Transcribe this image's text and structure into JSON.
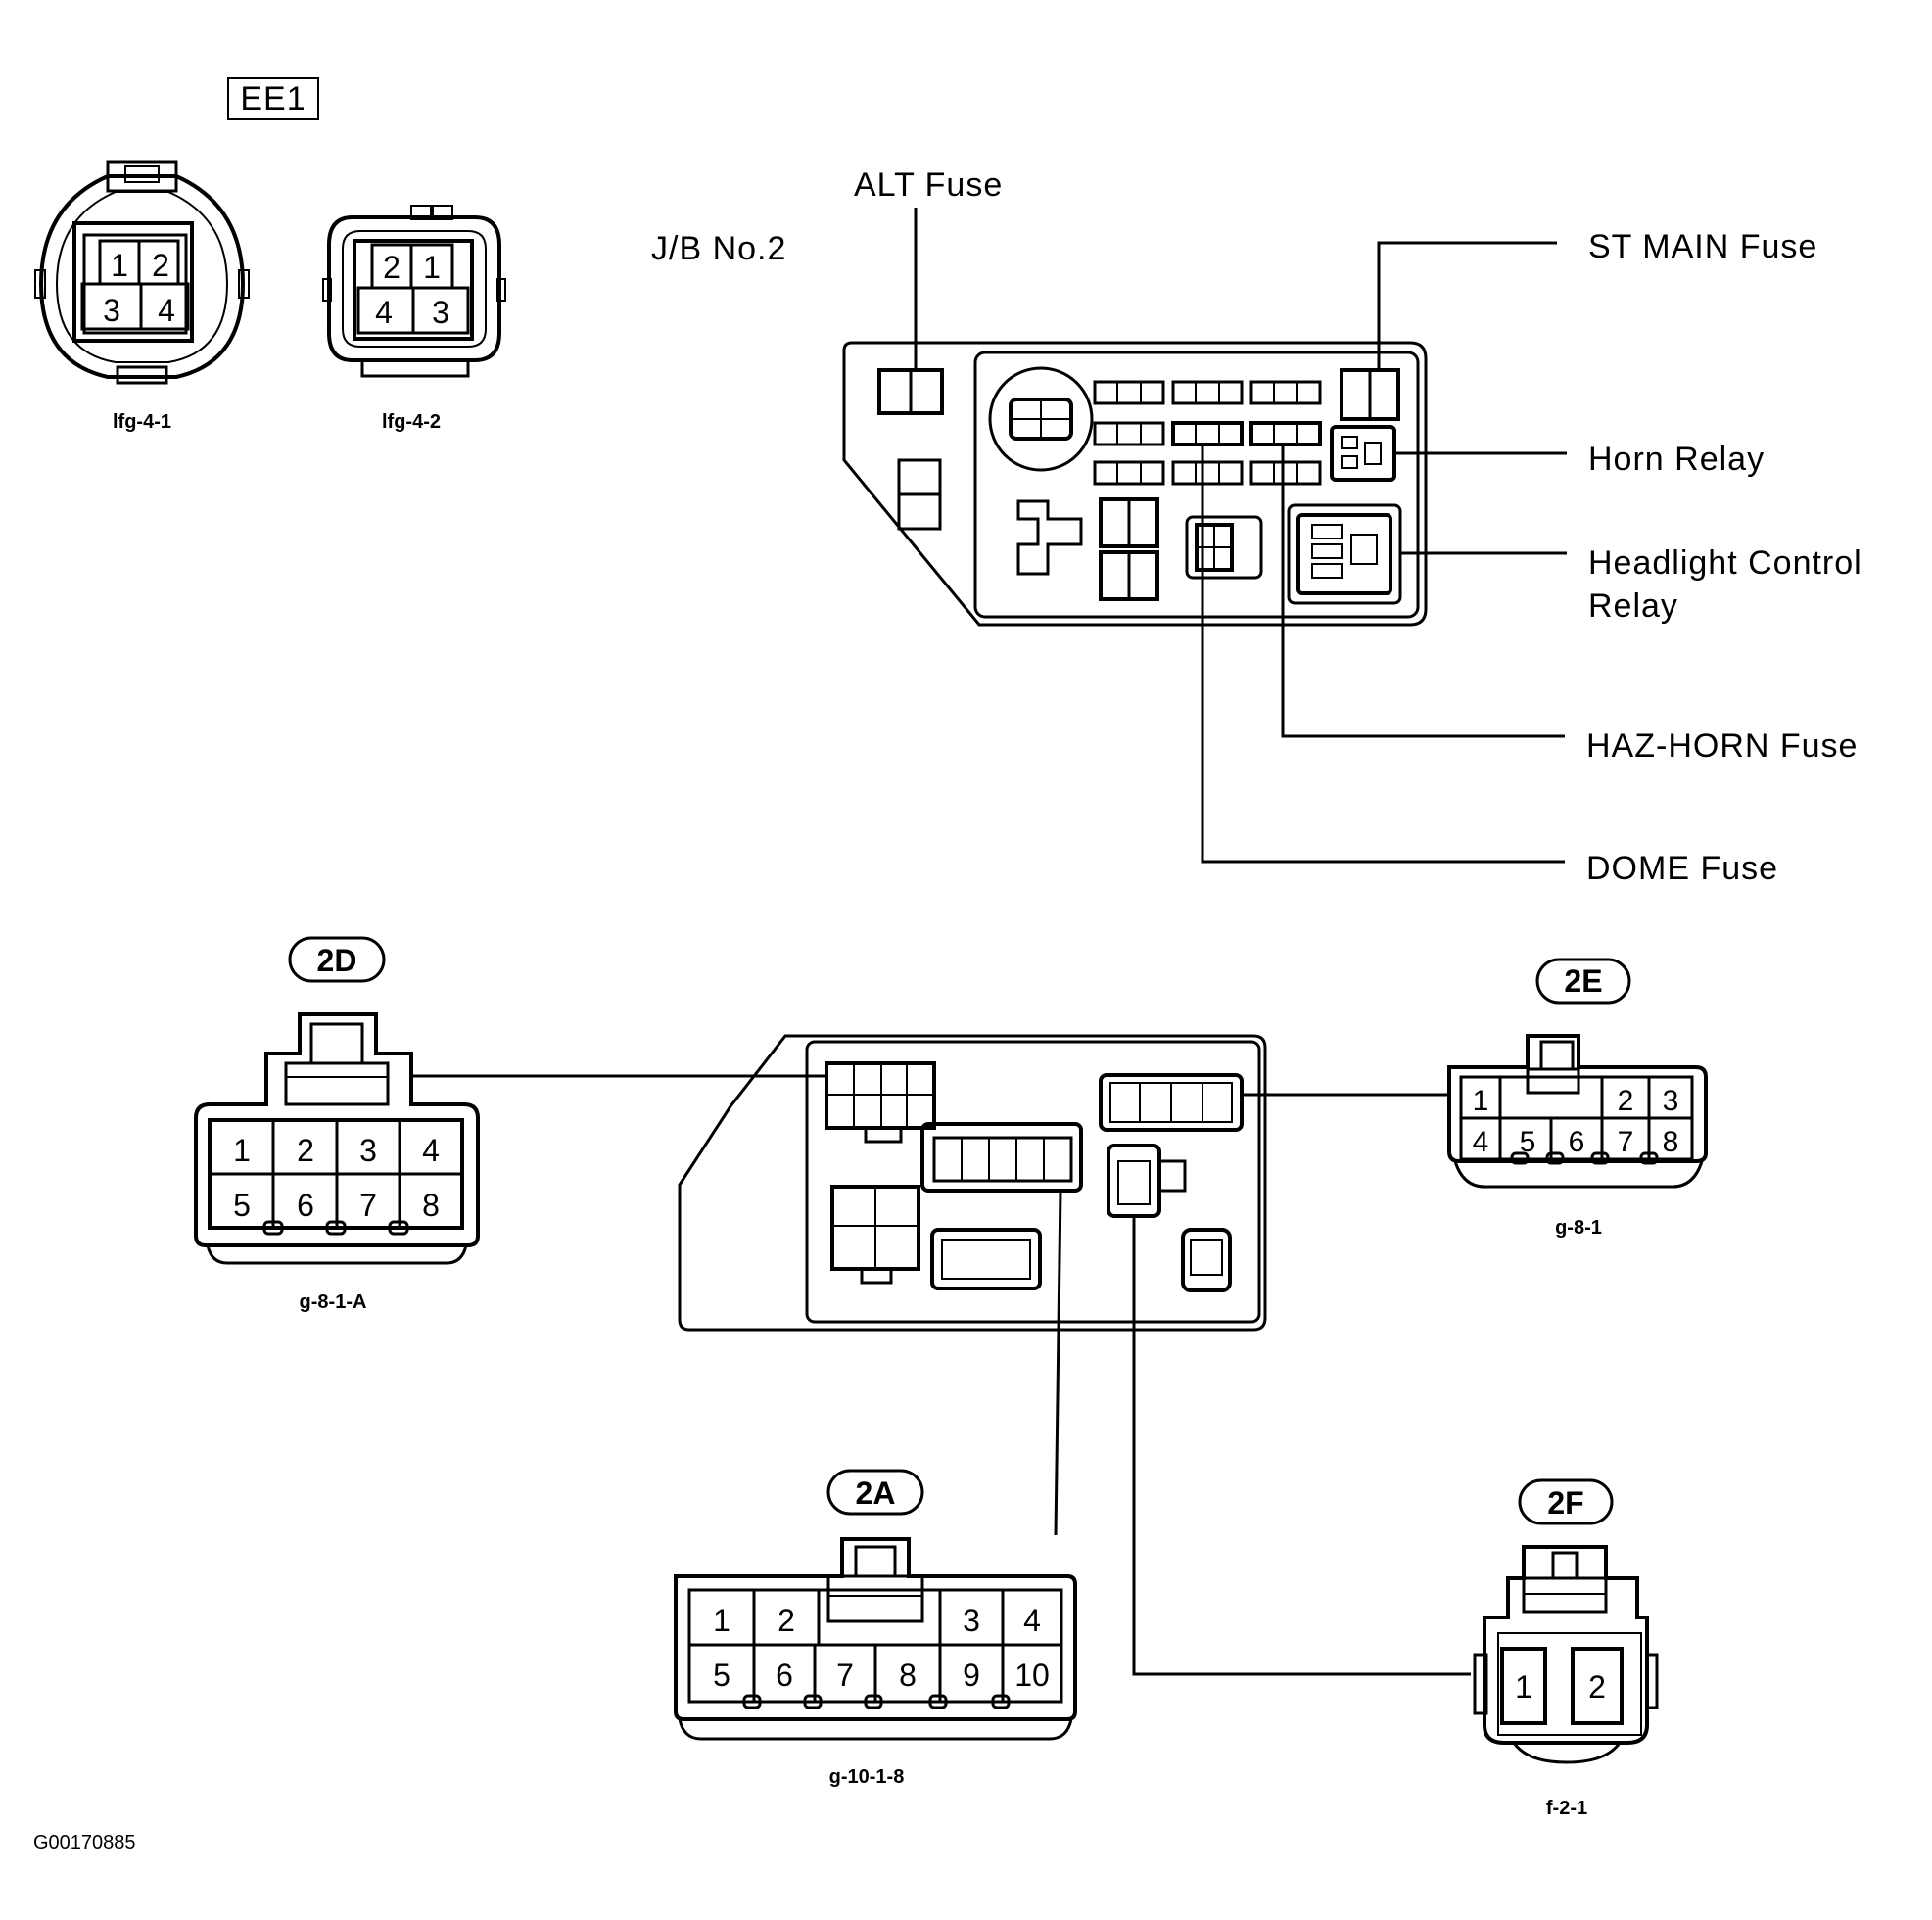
{
  "ee1": {
    "tag": "EE1",
    "connector_left": {
      "pins": [
        "1",
        "2",
        "3",
        "4"
      ],
      "caption": "lfg-4-1"
    },
    "connector_right": {
      "pins": [
        "2",
        "1",
        "4",
        "3"
      ],
      "caption": "lfg-4-2"
    }
  },
  "junction_block": {
    "title": "J/B No.2",
    "callouts": {
      "alt_fuse": "ALT Fuse",
      "st_main_fuse": "ST MAIN Fuse",
      "horn_relay": "Horn Relay",
      "headlight_relay_line1": "Headlight Control",
      "headlight_relay_line2": "Relay",
      "haz_horn_fuse": "HAZ-HORN Fuse",
      "dome_fuse": "DOME Fuse"
    }
  },
  "connector_2d": {
    "tag": "2D",
    "pins": [
      "1",
      "2",
      "3",
      "4",
      "5",
      "6",
      "7",
      "8"
    ],
    "caption": "g-8-1-A"
  },
  "connector_2e": {
    "tag": "2E",
    "pins": [
      "1",
      "2",
      "3",
      "4",
      "5",
      "6",
      "7",
      "8"
    ],
    "caption": "g-8-1"
  },
  "connector_2a": {
    "tag": "2A",
    "pins": [
      "1",
      "2",
      "3",
      "4",
      "5",
      "6",
      "7",
      "8",
      "9",
      "10"
    ],
    "caption": "g-10-1-8"
  },
  "connector_2f": {
    "tag": "2F",
    "pins": [
      "1",
      "2"
    ],
    "caption": "f-2-1"
  },
  "figure_code": "G00170885"
}
